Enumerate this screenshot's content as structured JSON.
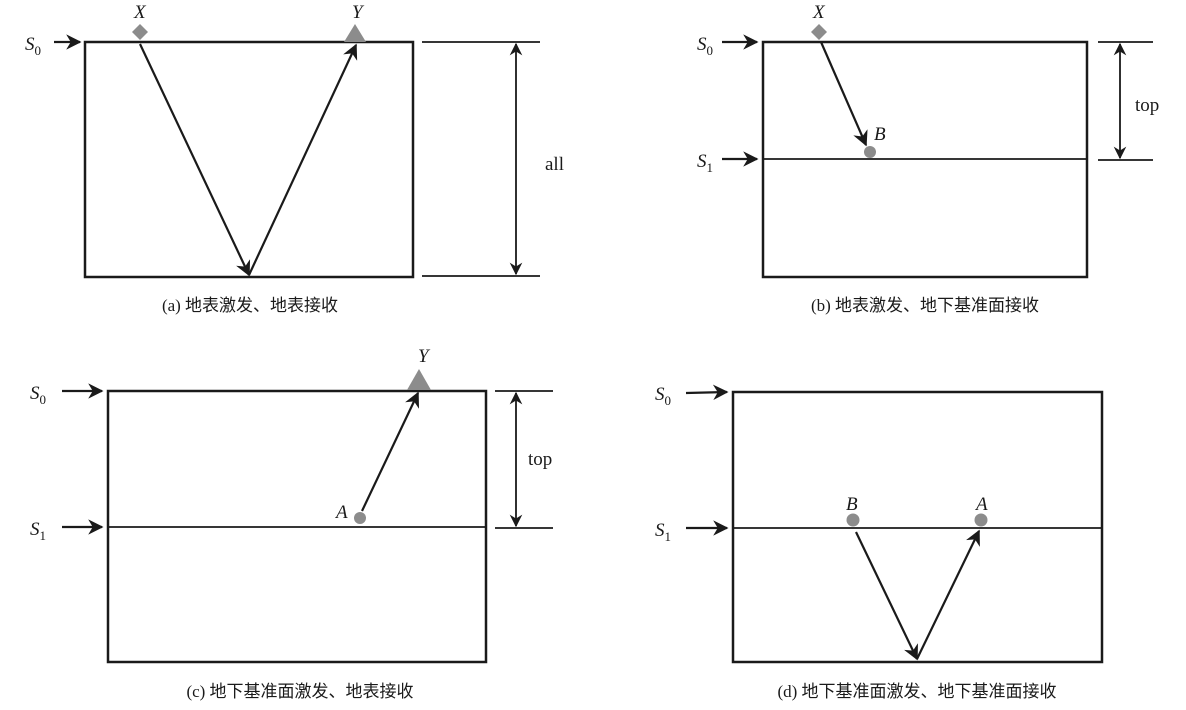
{
  "surfaces": {
    "s0": {
      "letter": "S",
      "sub": "0"
    },
    "s1": {
      "letter": "S",
      "sub": "1"
    }
  },
  "points": {
    "x": "X",
    "y": "Y",
    "a": "A",
    "b": "B"
  },
  "dimensions": {
    "all": "all",
    "top": "top"
  },
  "panels": [
    {
      "caption": "(a) 地表激发、地表接收"
    },
    {
      "caption": "(b) 地表激发、地下基准面接收"
    },
    {
      "caption": "(c) 地下基准面激发、地表接收"
    },
    {
      "caption": "(d) 地下基准面激发、地下基准面接收"
    }
  ],
  "colors": {
    "marker": "#8c8c8c",
    "line": "#1a1a1a"
  }
}
